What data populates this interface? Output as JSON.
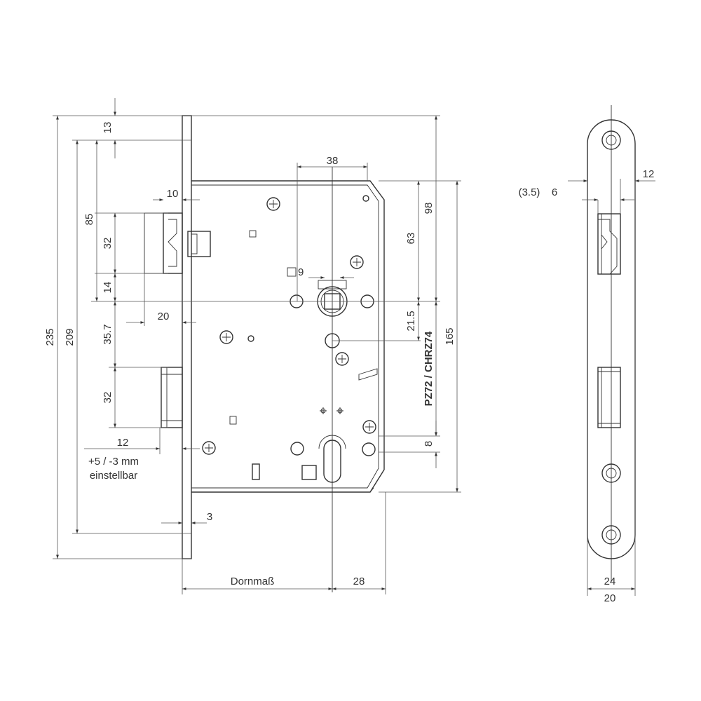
{
  "dimensions": {
    "d13": "13",
    "d85": "85",
    "d32_top": "32",
    "d14": "14",
    "d20": "20",
    "d35_7": "35.7",
    "d32_bottom": "32",
    "d12_left": "12",
    "d10": "10",
    "d38": "38",
    "d9": "9",
    "d63": "63",
    "d98": "98",
    "d21_5": "21.5",
    "d165": "165",
    "d8": "8",
    "d235": "235",
    "d209": "209",
    "d3": "3",
    "dornmass": "Dornmaß",
    "d28": "28",
    "d3_5": "(3.5)",
    "d6": "6",
    "d12_right": "12",
    "d24": "24",
    "d20_bottom": "20"
  },
  "notes": {
    "adjust_line1": "+5 / -3 mm",
    "adjust_line2": "einstellbar",
    "cylinder_label": "PZ72 / CHRZ74"
  }
}
